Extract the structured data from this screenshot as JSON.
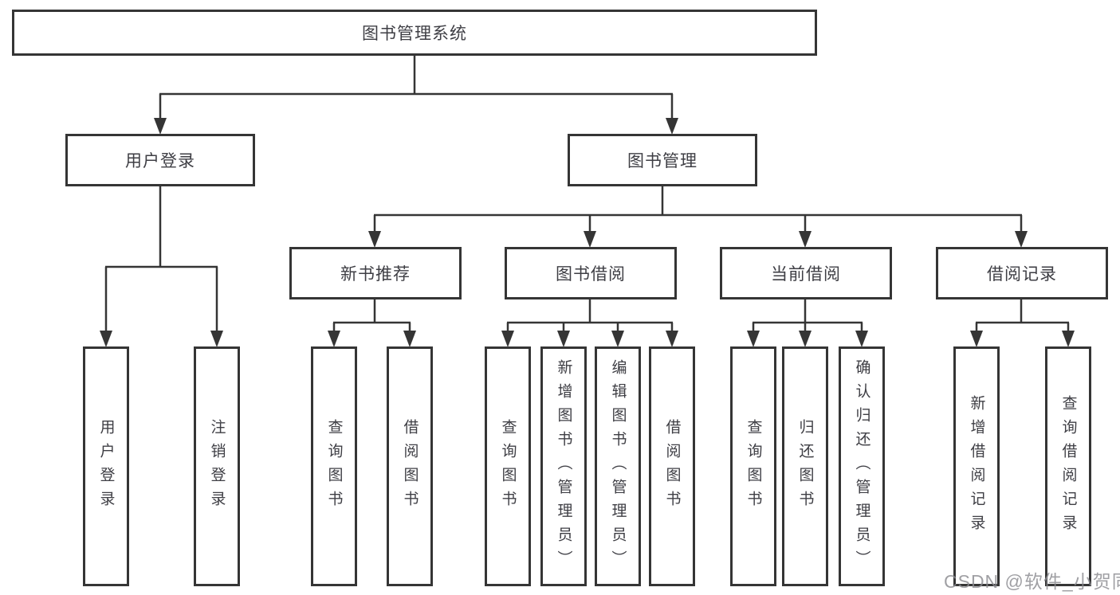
{
  "diagram": {
    "type": "hierarchy-tree",
    "root": {
      "label": "图书管理系统"
    },
    "children": [
      {
        "label": "用户登录",
        "children": [
          {
            "label": "用户登录"
          },
          {
            "label": "注销登录"
          }
        ]
      },
      {
        "label": "图书管理",
        "children": [
          {
            "label": "新书推荐",
            "children": [
              {
                "label": "查询图书"
              },
              {
                "label": "借阅图书"
              }
            ]
          },
          {
            "label": "图书借阅",
            "children": [
              {
                "label": "查询图书"
              },
              {
                "label": "新增图书（管理员）"
              },
              {
                "label": "编辑图书（管理员）"
              },
              {
                "label": "借阅图书"
              }
            ]
          },
          {
            "label": "当前借阅",
            "children": [
              {
                "label": "查询图书"
              },
              {
                "label": "归还图书"
              },
              {
                "label": "确认归还（管理员）"
              }
            ]
          },
          {
            "label": "借阅记录",
            "children": [
              {
                "label": "新增借阅记录"
              },
              {
                "label": "查询借阅记录"
              }
            ]
          }
        ]
      }
    ]
  },
  "watermark": {
    "text": "CSDN @软件_小贺同学"
  },
  "colors": {
    "line": "#353535",
    "box_border": "#353535",
    "text": "#3e3e44",
    "watermark": "#8b8b90",
    "background": "#ffffff"
  }
}
